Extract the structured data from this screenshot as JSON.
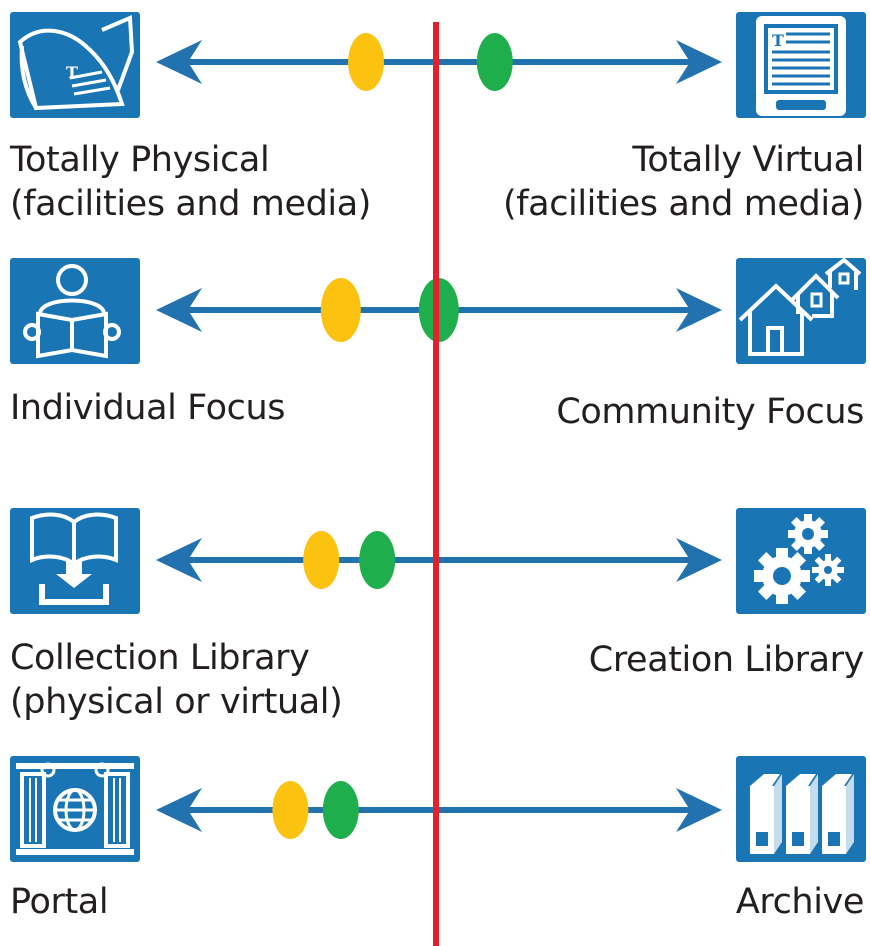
{
  "colors": {
    "tile": "#1a75b4",
    "arrow": "#2372b0",
    "marker_yellow": "#fcc210",
    "marker_green": "#1eae4b",
    "divider": "#e5202a",
    "text": "#231f20"
  },
  "spectra": [
    {
      "left": {
        "icon": "open-book-icon",
        "lines": [
          "Totally Physical",
          "(facilities and media)"
        ]
      },
      "right": {
        "icon": "e-reader-icon",
        "lines": [
          "Totally Virtual",
          "(facilities and media)"
        ]
      },
      "markers": {
        "yellow": -0.25,
        "green": 0.21
      }
    },
    {
      "left": {
        "icon": "reader-person-icon",
        "lines": [
          "Individual Focus"
        ]
      },
      "right": {
        "icon": "houses-icon",
        "lines": [
          "Community Focus"
        ]
      },
      "markers": {
        "yellow": -0.34,
        "green": 0.01
      }
    },
    {
      "left": {
        "icon": "book-download-icon",
        "lines": [
          "Collection Library",
          "(physical or virtual)"
        ]
      },
      "right": {
        "icon": "gears-icon",
        "lines": [
          "Creation Library"
        ]
      },
      "markers": {
        "yellow": -0.41,
        "green": -0.21
      }
    },
    {
      "left": {
        "icon": "globe-portal-icon",
        "lines": [
          "Portal"
        ]
      },
      "right": {
        "icon": "binders-icon",
        "lines": [
          "Archive"
        ]
      },
      "markers": {
        "yellow": -0.52,
        "green": -0.34
      }
    }
  ]
}
